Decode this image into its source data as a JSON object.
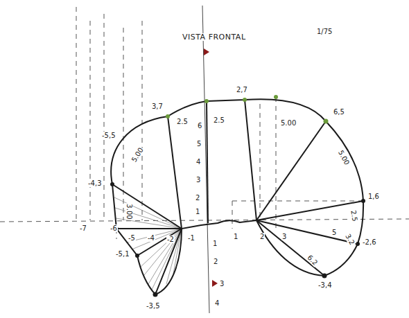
{
  "diagram": {
    "labels": [
      "VISTA FRONTAL",
      "1/75",
      "3,7",
      "2,7",
      "6,5",
      "-4,3",
      "1,6",
      "-2,6",
      "-3,4",
      "-5,1",
      "-3,5",
      "-5,5",
      "2.5",
      "2.5",
      "5.00",
      "5.00",
      "5.00",
      "3.00",
      "2.5",
      "3.2",
      "6.2",
      "-7",
      "-6",
      "-5",
      "-4",
      "-2",
      "-1",
      "1",
      "2",
      "3",
      "5",
      "6",
      "5",
      "4",
      "3",
      "2",
      "1",
      "1",
      "2",
      "3",
      "4"
    ]
  }
}
